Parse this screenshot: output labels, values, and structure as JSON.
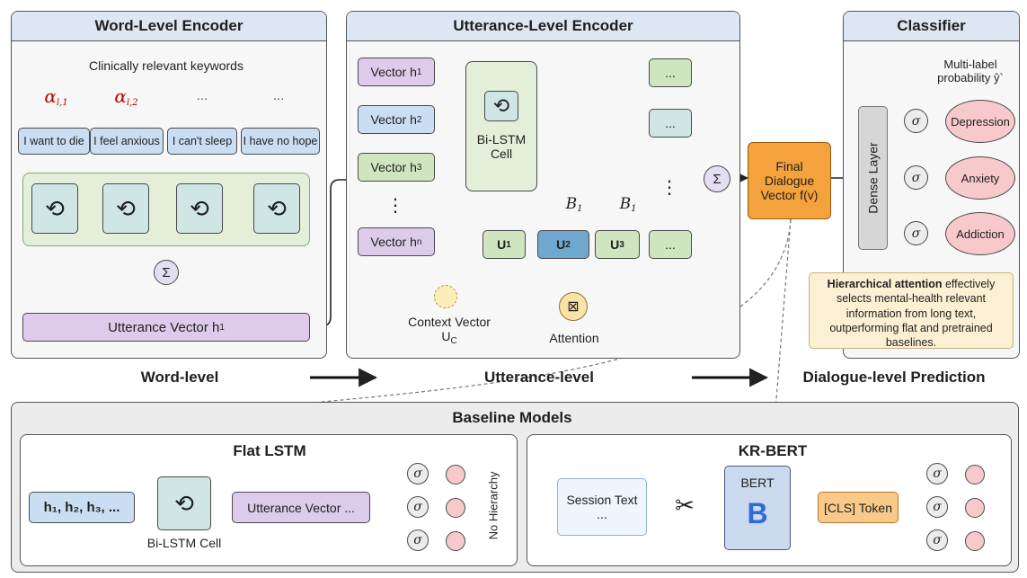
{
  "word_encoder": {
    "title": "Word-Level Encoder",
    "keywords_caption": "Clinically relevant keywords",
    "attn_labels": [
      "α",
      "α",
      "...",
      "..."
    ],
    "attn_subs": [
      "l,1",
      "l,2"
    ],
    "phrases": [
      "I want to die",
      "I feel anxious",
      "I can't sleep",
      "I have no hope"
    ],
    "utterance_vector": "Utterance Vector h",
    "utterance_sub": "1",
    "sum": "Σ"
  },
  "utterance_encoder": {
    "title": "Utterance-Level Encoder",
    "vectors": [
      {
        "label": "Vector h",
        "sub": "1"
      },
      {
        "label": "Vector h",
        "sub": "2"
      },
      {
        "label": "Vector h",
        "sub": "3"
      },
      {
        "label": "⋮",
        "sub": ""
      },
      {
        "label": "Vector h",
        "sub": "n"
      }
    ],
    "bilstm": "Bi-LSTM Cell",
    "units": [
      {
        "label": "U",
        "sub": "1"
      },
      {
        "label": "U",
        "sub": "2"
      },
      {
        "label": "U",
        "sub": "3"
      },
      {
        "label": "...",
        "sub": ""
      }
    ],
    "right_boxes": [
      "...",
      "...",
      "⋮",
      "..."
    ],
    "b_label": "B",
    "b_sub": "1",
    "sum": "Σ",
    "context_vector": "Context Vector U",
    "context_sub": "C",
    "attention": "Attention"
  },
  "final_vector": "Final Dialogue Vector f(v)",
  "classifier": {
    "title": "Classifier",
    "multilabel": "Multi-label probability ŷ`",
    "dense": "Dense Layer",
    "sigma": "σ",
    "outputs": [
      "Depression",
      "Anxiety",
      "Addiction"
    ],
    "note_bold": "Hierarchical attention",
    "note_rest": " effectively selects mental-health relevant information from long text, outperforming flat and pretrained baselines."
  },
  "stages": {
    "word": "Word-level",
    "utterance": "Utterance-level",
    "dialogue": "Dialogue-level Prediction"
  },
  "baselines": {
    "title": "Baseline Models",
    "flat": {
      "title": "Flat LSTM",
      "input": "h₁, h₂, h₃, ...",
      "cell": "Bi-LSTM Cell",
      "utterance": "Utterance Vector ...",
      "no_hierarchy": "No Hierarchy"
    },
    "krbert": {
      "title": "KR-BERT",
      "session": "Session Text ...",
      "bert": "BERT",
      "cls": "[CLS] Token"
    }
  },
  "colors": {
    "header": "#dde7f3",
    "blue": "#c9def2",
    "green": "#cfe5bf",
    "purple": "#dccbea",
    "pink": "#f7c9cb",
    "orange": "#f4a23c",
    "red_glow": "#ff6b5b"
  }
}
